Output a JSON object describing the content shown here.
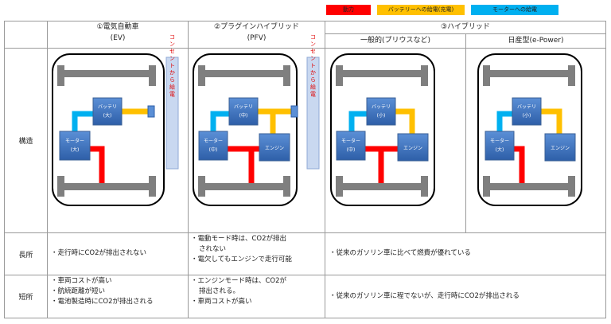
{
  "legend": [
    {
      "label": "動力",
      "color": "#ff0000"
    },
    {
      "label": "バッテリーへの給電(充電)",
      "color": "#ffc000"
    },
    {
      "label": "モーターへの給電",
      "color": "#00b0f0"
    }
  ],
  "columns": {
    "ev": {
      "title": "①電気自動車",
      "subtitle": "(EV)"
    },
    "phv": {
      "title": "②プラグインハイブリッド",
      "subtitle": "(PFV)"
    },
    "hv": {
      "title": "③ハイブリッド",
      "sub1": "一般的(プリウスなど)",
      "sub2": "日産型(e-Power)"
    }
  },
  "rows": {
    "structure": "構造",
    "pros": "長所",
    "cons": "短所"
  },
  "diagram_labels": {
    "battery_large": "バッテリ\n(大)",
    "battery_mid": "バッテリ\n(中)",
    "battery_small": "バッテリ\n(小)",
    "motor_large": "モーター\n(大)",
    "motor_mid": "モーター\n(中)",
    "engine": "エンジン",
    "charge_banner": "コンセントから給電"
  },
  "pros": {
    "ev": [
      "・走行時にCO2が排出されない"
    ],
    "phv": [
      "・電動モード時は、CO2が排出",
      "されない",
      "・電欠してもエンジンで走行可能"
    ],
    "hv": [
      "・従来のガソリン車に比べて燃費が優れている"
    ]
  },
  "cons": {
    "ev": [
      "・車両コストが高い",
      "・航続距離が短い",
      "・電池製造時にCO2が排出される"
    ],
    "phv": [
      "・エンジンモード時は、CO2が",
      "排出される。",
      "・車両コストが高い"
    ],
    "hv": [
      "・従来のガソリン車に程でないが、走行時にCO2が排出される"
    ]
  }
}
